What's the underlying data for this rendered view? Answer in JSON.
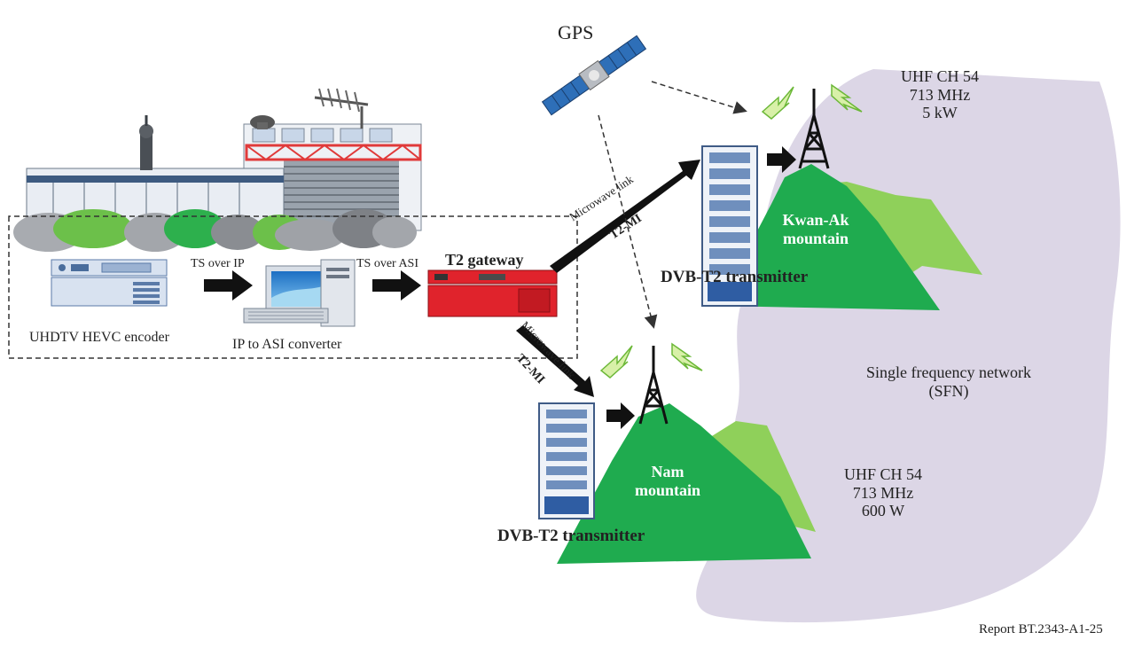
{
  "gps": {
    "label": "GPS"
  },
  "studio": {
    "encoder_label": "UHDTV HEVC encoder",
    "converter_label": "IP to ASI converter",
    "gateway_label": "T2 gateway",
    "ts_over_ip": "TS over IP",
    "ts_over_asi": "TS over ASI"
  },
  "links": {
    "upper": {
      "label": "Microwave link",
      "protocol": "T2-MI"
    },
    "lower": {
      "label": "Microwave link",
      "protocol": "T2-MI"
    }
  },
  "site_kwanak": {
    "mountain_line1": "Kwan-Ak",
    "mountain_line2": "mountain",
    "transmitter_label": "DVB-T2 transmitter",
    "channel": "UHF CH 54",
    "frequency": "713 MHz",
    "power": "5 kW"
  },
  "site_nam": {
    "mountain_line1": "Nam",
    "mountain_line2": "mountain",
    "transmitter_label": "DVB-T2 transmitter",
    "channel": "UHF CH 54",
    "frequency": "713 MHz",
    "power": "600 W"
  },
  "sfn": {
    "line1": "Single frequency network",
    "line2": "(SFN)"
  },
  "footer": {
    "report_id": "Report BT.2343-A1-25"
  },
  "colors": {
    "coverage": "#dcd6e6",
    "mountain": "#1fab4f",
    "mountain_back": "#8fd05a",
    "gateway": "#e0232c",
    "rack": "#c9d6ea",
    "arrow": "#111111"
  }
}
